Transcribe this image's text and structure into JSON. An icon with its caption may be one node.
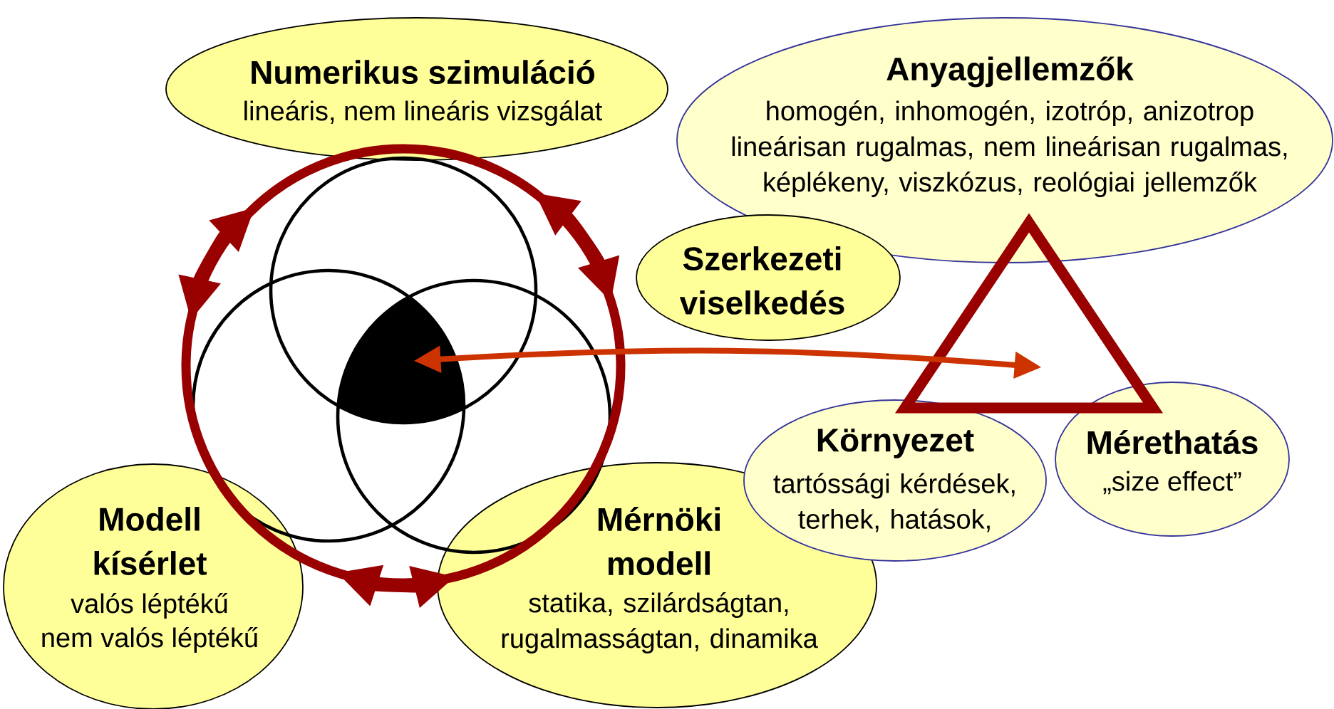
{
  "diagram": {
    "nodes": [
      {
        "text": [
          "Numerikus szimuláció",
          "lineáris, nem lineáris vizsgálat"
        ]
      },
      {
        "text": [
          "Anyagjellemzők",
          "homogén, inhomogén, izotróp, anizotrop lineárisan rugalmas, nem lineárisan rugalmas, képlékeny, viszkózus, reológiai jellemzők"
        ]
      },
      {
        "text": [
          "Szerkezeti viselkedés"
        ]
      },
      {
        "text": [],
        "shape": "region"
      },
      {
        "text": [],
        "shape": "triangle"
      },
      {
        "text": [
          "Környezet",
          "tartóssági kérdések, terhek, hatások,"
        ]
      },
      {
        "text": [
          "Mérethatás",
          "„size effect”"
        ]
      },
      {
        "text": [
          "Modell kísérlet",
          "valós léptékű",
          "nem valós léptékű"
        ]
      },
      {
        "text": [
          "Mérnöki modell",
          "statika, szilárdságtan, rugalmasságtan, dinamika"
        ]
      }
    ],
    "edges": [
      {
        "from": 3,
        "to": 4,
        "arrow": "both"
      }
    ]
  }
}
